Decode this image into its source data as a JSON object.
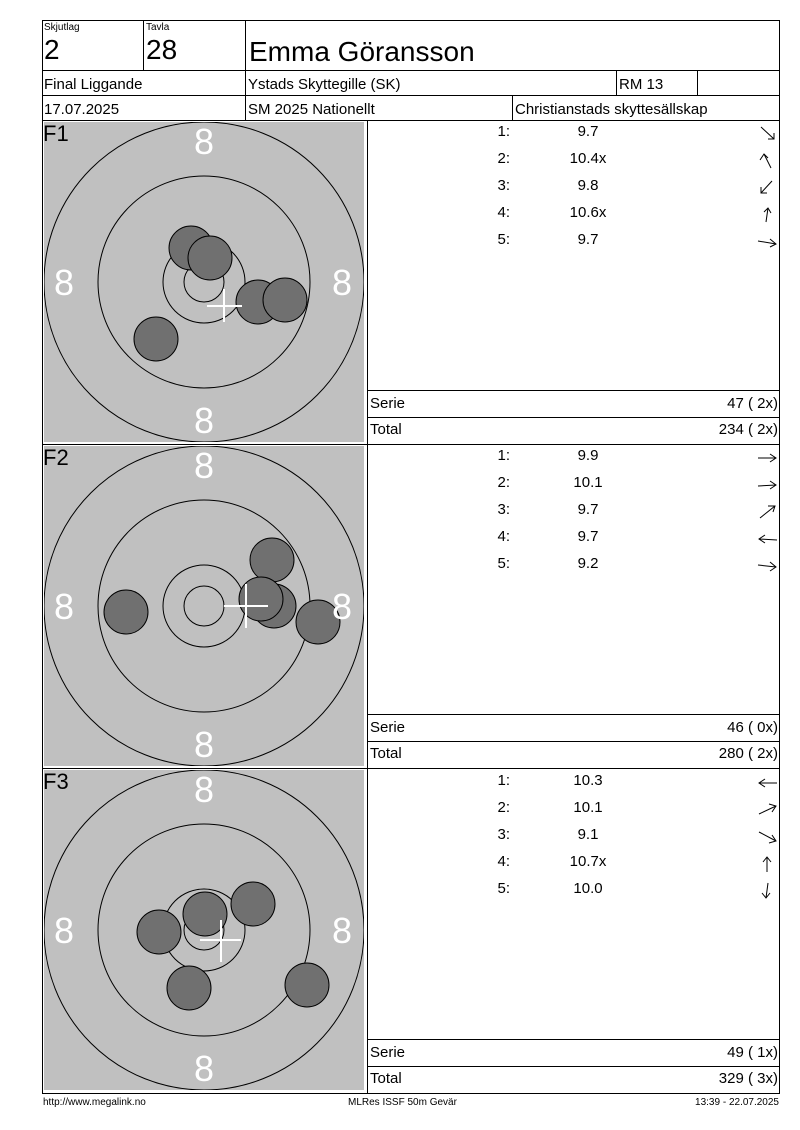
{
  "header": {
    "squad_label": "Skjutlag",
    "squad_value": "2",
    "lane_label": "Tavla",
    "lane_value": "28",
    "shooter_name": "Emma Göransson",
    "event": "Final Liggande",
    "club": "Ystads Skyttegille (SK)",
    "class": "RM 13",
    "date": "17.07.2025",
    "competition": "SM 2025 Nationellt",
    "organizer": "Christianstads skyttesällskap"
  },
  "series": [
    {
      "label": "F1",
      "ring_label": "8",
      "shots": [
        {
          "num": "1:",
          "value": "9.7",
          "arrow": "down-right"
        },
        {
          "num": "2:",
          "value": "10.4x",
          "arrow": "up-left"
        },
        {
          "num": "3:",
          "value": "9.8",
          "arrow": "down-left"
        },
        {
          "num": "4:",
          "value": "10.6x",
          "arrow": "up"
        },
        {
          "num": "5:",
          "value": "9.7",
          "arrow": "right"
        }
      ],
      "serie_label": "Serie",
      "serie_value": "47 ( 2x)",
      "total_label": "Total",
      "total_value": "234 ( 2x)"
    },
    {
      "label": "F2",
      "ring_label": "8",
      "shots": [
        {
          "num": "1:",
          "value": "9.9",
          "arrow": "right"
        },
        {
          "num": "2:",
          "value": "10.1",
          "arrow": "right"
        },
        {
          "num": "3:",
          "value": "9.7",
          "arrow": "up-right"
        },
        {
          "num": "4:",
          "value": "9.7",
          "arrow": "left"
        },
        {
          "num": "5:",
          "value": "9.2",
          "arrow": "right"
        }
      ],
      "serie_label": "Serie",
      "serie_value": "46 ( 0x)",
      "total_label": "Total",
      "total_value": "280 ( 2x)"
    },
    {
      "label": "F3",
      "ring_label": "8",
      "shots": [
        {
          "num": "1:",
          "value": "10.3",
          "arrow": "left"
        },
        {
          "num": "2:",
          "value": "10.1",
          "arrow": "up-right"
        },
        {
          "num": "3:",
          "value": "9.1",
          "arrow": "down-right"
        },
        {
          "num": "4:",
          "value": "10.7x",
          "arrow": "up"
        },
        {
          "num": "5:",
          "value": "10.0",
          "arrow": "down"
        }
      ],
      "serie_label": "Serie",
      "serie_value": "49 ( 1x)",
      "total_label": "Total",
      "total_value": "329 ( 3x)"
    }
  ],
  "footer": {
    "url": "http://www.megalink.no",
    "software": "MLRes ISSF 50m Gevär",
    "timestamp": "13:39 - 22.07.2025"
  },
  "colors": {
    "target_bg": "#c0c0c0",
    "shot_fill": "#707070",
    "ring_label": "#ffffff"
  }
}
